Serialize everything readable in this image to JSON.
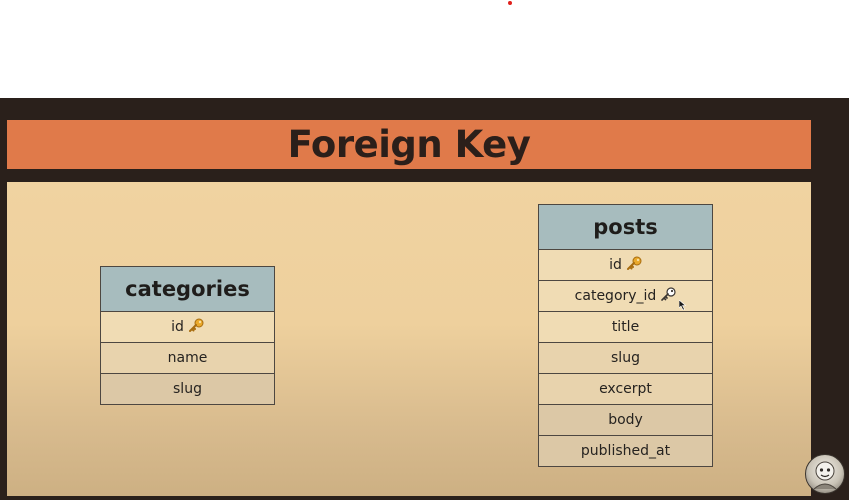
{
  "slide": {
    "title": "Foreign Key"
  },
  "tables": {
    "categories": {
      "name": "categories",
      "rows": [
        {
          "label": "id",
          "icon": "key-icon-gold"
        },
        {
          "label": "name"
        },
        {
          "label": "slug"
        }
      ]
    },
    "posts": {
      "name": "posts",
      "rows": [
        {
          "label": "id",
          "icon": "key-icon-gold"
        },
        {
          "label": "category_id",
          "icon": "key-icon-outline"
        },
        {
          "label": "title"
        },
        {
          "label": "slug"
        },
        {
          "label": "excerpt"
        },
        {
          "label": "body"
        },
        {
          "label": "published_at"
        }
      ]
    }
  },
  "colors": {
    "title_bar": "#e07a4a",
    "board": "#f0d3a1",
    "table_header": "#a7bcbe",
    "table_row": "#f0dcb4",
    "frame": "#2a201b"
  }
}
